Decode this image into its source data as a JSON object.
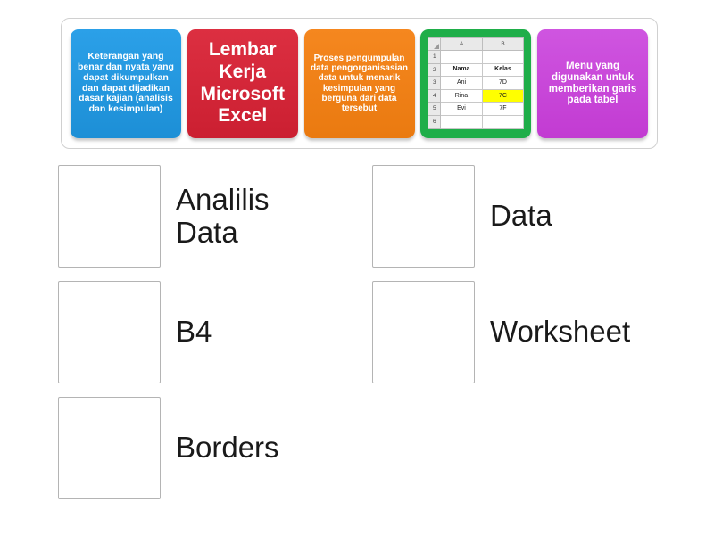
{
  "tray": {
    "tiles": [
      {
        "id": "tile-definition-data",
        "color": "#2196e3",
        "style": "blue",
        "text": "Keterangan yang benar dan nyata yang dapat dikumpulkan dan dapat dijadikan dasar kajian (analisis dan kesimpulan)"
      },
      {
        "id": "tile-lembar-kerja",
        "color": "#d62839",
        "style": "red",
        "text": "Lembar Kerja Microsoft Excel"
      },
      {
        "id": "tile-definition-analisis",
        "color": "#f07d18",
        "style": "orange",
        "text": "Proses pengumpulan data pengorganisasian data untuk menarik kesimpulan yang berguna dari data tersebut"
      },
      {
        "id": "tile-excel-sheet",
        "color": "#1fae49",
        "style": "excel",
        "text": ""
      },
      {
        "id": "tile-definition-borders",
        "color": "#c348d8",
        "style": "purple",
        "text": "Menu yang digunakan untuk memberikan garis pada tabel"
      }
    ]
  },
  "spreadsheet": {
    "column_headers": [
      "A",
      "B"
    ],
    "row_headers": [
      "1",
      "2",
      "3",
      "4",
      "5",
      "6"
    ],
    "rows": [
      [
        "",
        ""
      ],
      [
        "Nama",
        "Kelas"
      ],
      [
        "Ani",
        "7D"
      ],
      [
        "Rina",
        "7C"
      ],
      [
        "Evi",
        "7F"
      ],
      [
        "",
        ""
      ]
    ],
    "header_row_index": 1,
    "highlighted_cell": "B4",
    "highlight_color": "#ffff00"
  },
  "answers": {
    "left_column": [
      {
        "id": "analisis-data",
        "label": "Analilis\nData"
      },
      {
        "id": "b4",
        "label": "B4"
      },
      {
        "id": "borders",
        "label": "Borders"
      }
    ],
    "right_column": [
      {
        "id": "data",
        "label": "Data"
      },
      {
        "id": "worksheet",
        "label": "Worksheet"
      }
    ]
  }
}
